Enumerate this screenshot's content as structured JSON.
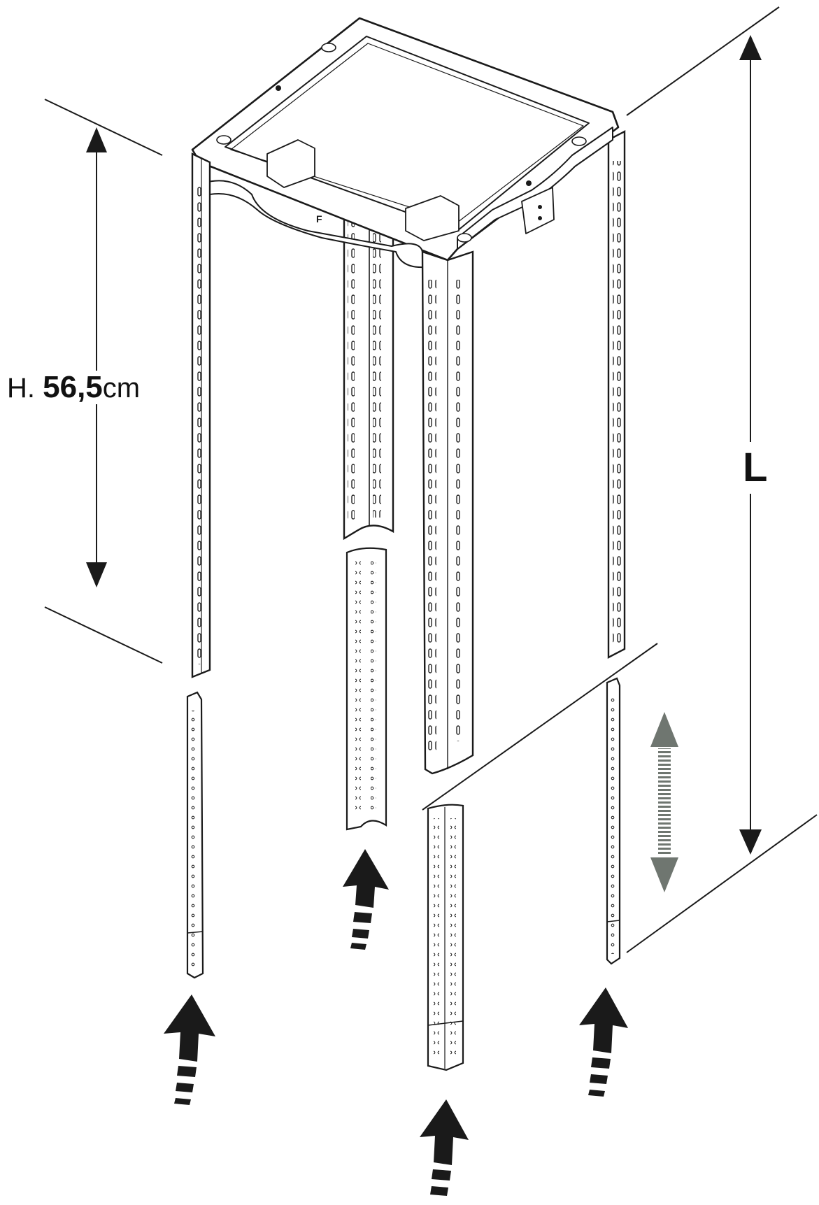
{
  "labels": {
    "height_prefix": "H.",
    "height_value": "56,5",
    "height_unit": "cm",
    "length_letter": "L"
  },
  "colors": {
    "line": "#1a1a1a",
    "adjust_arrow": "#6f7670",
    "background": "#ffffff"
  }
}
